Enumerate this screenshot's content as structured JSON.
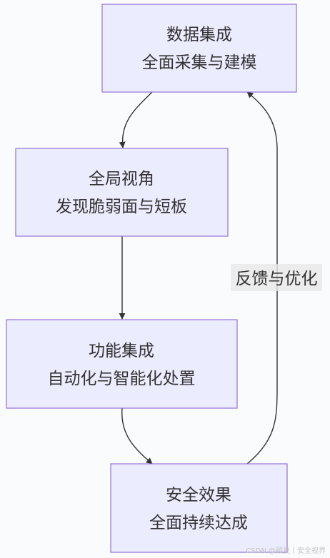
{
  "nodes": [
    {
      "id": "data-integration",
      "line1": "数据集成",
      "line2": "全面采集与建模"
    },
    {
      "id": "global-view",
      "line1": "全局视角",
      "line2": "发现脆弱面与短板"
    },
    {
      "id": "function-integration",
      "line1": "功能集成",
      "line2": "自动化与智能化处置"
    },
    {
      "id": "security-effect",
      "line1": "安全效果",
      "line2": "全面持续达成"
    }
  ],
  "edges": [
    {
      "from": "data-integration",
      "to": "global-view",
      "label": ""
    },
    {
      "from": "global-view",
      "to": "function-integration",
      "label": ""
    },
    {
      "from": "function-integration",
      "to": "security-effect",
      "label": ""
    },
    {
      "from": "security-effect",
      "to": "data-integration",
      "label": "反馈与优化"
    }
  ],
  "watermark": "CSDN @顾夏丨安全视界",
  "colors": {
    "node_fill": "#ececff",
    "node_stroke": "#9370db",
    "edge": "#333333",
    "label_bg": "#e8e8e8",
    "background": "#fafbfc"
  }
}
